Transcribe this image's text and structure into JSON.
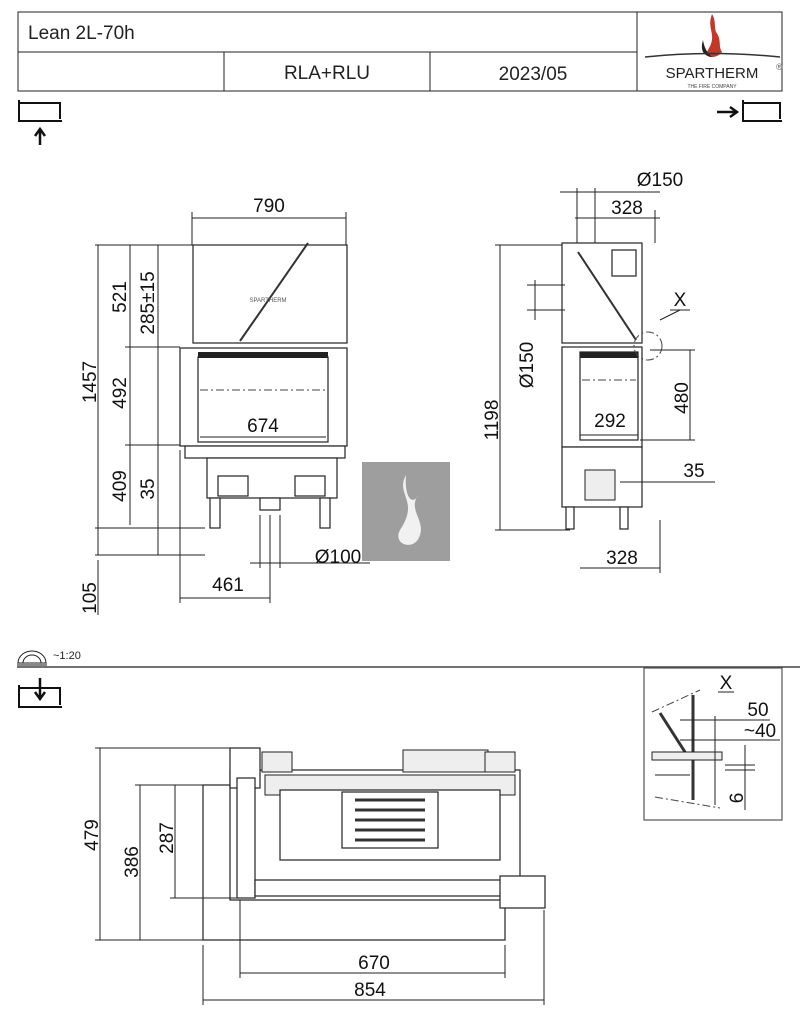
{
  "header": {
    "model": "Lean 2L-70h",
    "variant": "RLA+RLU",
    "date": "2023/05",
    "logo": {
      "brand": "SPARTHERM",
      "registered": "®",
      "tagline": "THE FIRE COMPANY",
      "flame_color": "#c0392b"
    }
  },
  "scale": {
    "label": "~1:20",
    "icon": "protractor-icon"
  },
  "front_view": {
    "width": "790",
    "height_total": "1457",
    "top_section": "521",
    "flue_offset": "285±15",
    "door_height": "492",
    "base_height": "409",
    "base_offset": "35",
    "feet": "105",
    "glass_width": "674",
    "air_inlet": "Ø100",
    "air_inlet_offset": "461"
  },
  "side_view": {
    "flue_diameter": "Ø150",
    "flue_offset": "328",
    "side_flue": "Ø150",
    "height": "1198",
    "glass_height": "480",
    "glass_depth": "292",
    "offset": "35",
    "base_depth": "328",
    "detail_marker": "X"
  },
  "plan_view": {
    "depth_total": "479",
    "depth_mid": "386",
    "depth_inner": "287",
    "width_inner": "670",
    "width_total": "854"
  },
  "detail_x": {
    "title": "X",
    "dim_a": "50",
    "dim_b": "~40",
    "dim_c": "6"
  },
  "colors": {
    "watermark": "#9e9e9e",
    "line": "#222222"
  }
}
